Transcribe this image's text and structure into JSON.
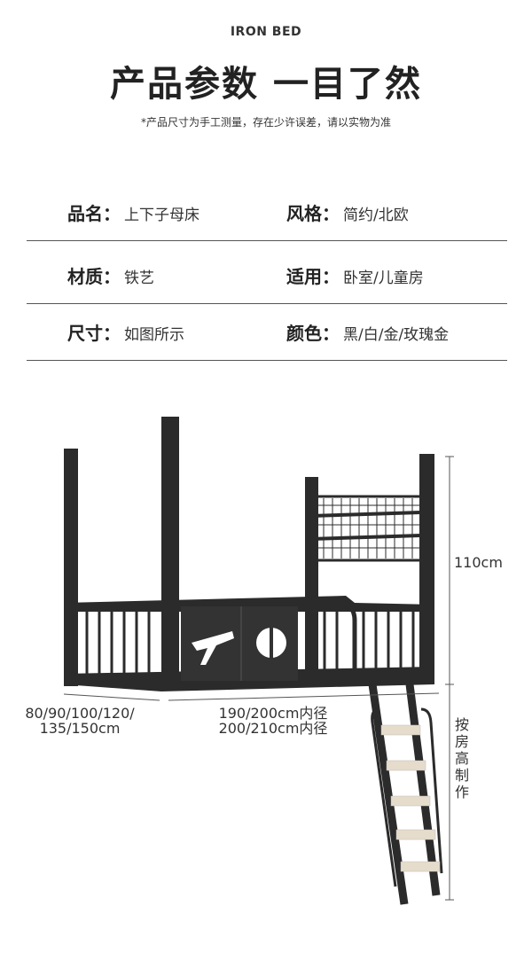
{
  "header": {
    "brand": "IRON BED",
    "title": "产品参数 一目了然",
    "note": "*产品尺寸为手工测量，存在少许误差，请以实物为准"
  },
  "specs": [
    {
      "left": {
        "label": "品名：",
        "value": "上下子母床"
      },
      "right": {
        "label": "风格：",
        "value": "简约/北欧"
      }
    },
    {
      "left": {
        "label": "材质：",
        "value": "铁艺"
      },
      "right": {
        "label": "适用：",
        "value": "卧室/儿童房"
      }
    },
    {
      "left": {
        "label": "尺寸：",
        "value": "如图所示"
      },
      "right": {
        "label": "颜色：",
        "value": "黑/白/金/玫瑰金"
      }
    }
  ],
  "dimensions": {
    "height": "110cm",
    "width_line1": "80/90/100/120/",
    "width_line2": "135/150cm",
    "length_line1": "190/200cm内径",
    "length_line2": "200/210cm内径",
    "ladder_note": [
      "按",
      "房",
      "高",
      "制",
      "作"
    ]
  },
  "colors": {
    "frame": "#2b2b2b",
    "step": "#e6dccb"
  }
}
